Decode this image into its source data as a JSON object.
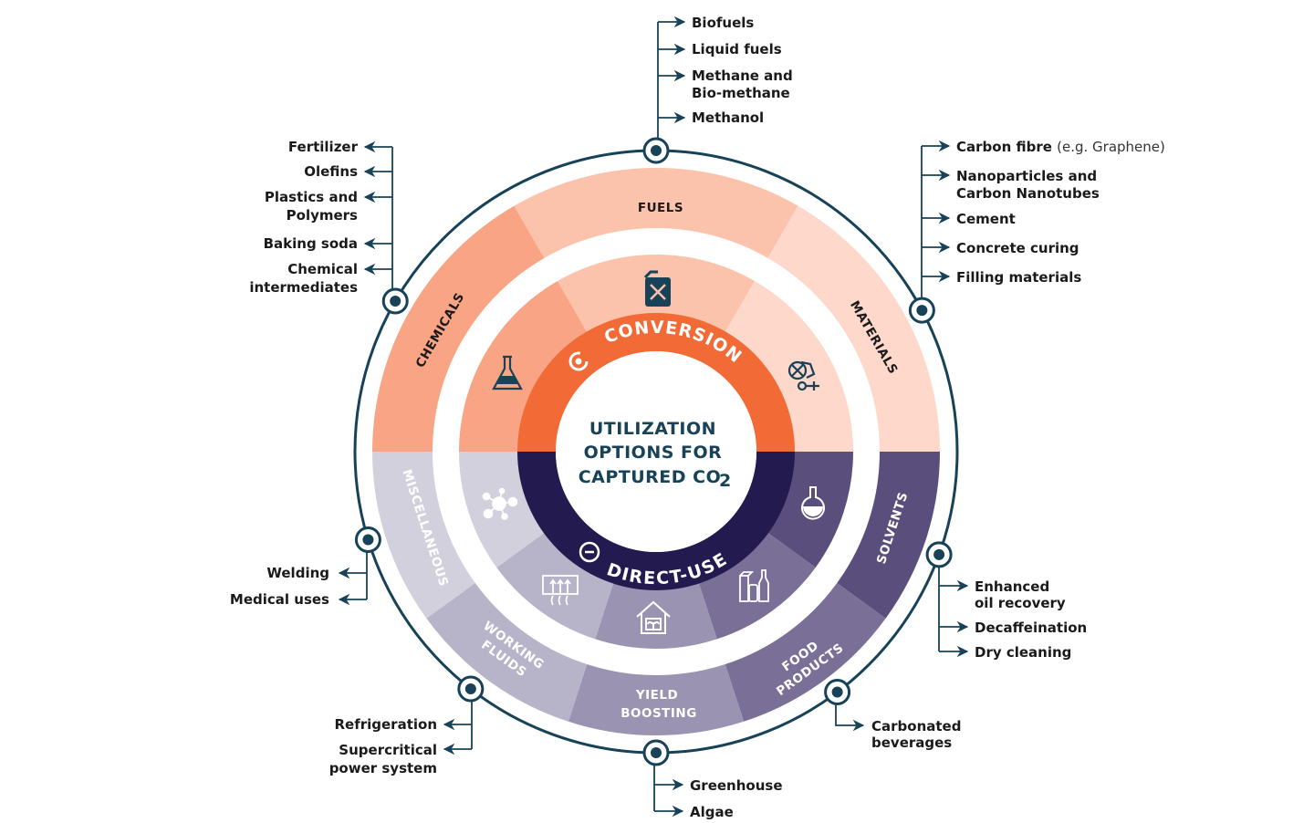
{
  "title": {
    "lines": [
      "UTILIZATION",
      "OPTIONS FOR",
      "CAPTURED CO"
    ],
    "subscript": "2"
  },
  "colors": {
    "navy": "#174257",
    "conversion": "#F26A35",
    "direct_use": "#231A4F",
    "chemicals_outer": "#F9A585",
    "chemicals_inner": "#F9A585",
    "fuels_outer": "#FBC3AC",
    "fuels_inner": "#FBC3AC",
    "materials_outer": "#FDD8CB",
    "materials_inner": "#FDD8CB",
    "misc": "#D2D0DD",
    "working_fluids": "#B7B3C9",
    "yield_boosting": "#9A94B2",
    "food_products": "#7A7097",
    "solvents": "#5A4F7C"
  },
  "rings": {
    "conversion": {
      "label": "CONVERSION",
      "icon": "cycle-icon"
    },
    "direct_use": {
      "label": "DIRECT-USE",
      "icon": "minus-circle-icon"
    }
  },
  "categories": [
    {
      "id": "chemicals",
      "label": "CHEMICALS",
      "group": "conversion",
      "icon": "flask-icon",
      "items": [
        "Fertilizer",
        "Olefins",
        "Plastics and Polymers",
        "Baking soda",
        "Chemical intermediates"
      ]
    },
    {
      "id": "fuels",
      "label": "FUELS",
      "group": "conversion",
      "icon": "jerrycan-icon",
      "items": [
        "Biofuels",
        "Liquid fuels",
        "Methane and Bio-methane",
        "Methanol"
      ]
    },
    {
      "id": "materials",
      "label": "MATERIALS",
      "group": "conversion",
      "icon": "cement-mixer-icon",
      "items": [
        "Carbon fibre",
        "Nanoparticles and Carbon Nanotubes",
        "Cement",
        "Concrete curing",
        "Filling materials"
      ],
      "note": "(e.g. Graphene)"
    },
    {
      "id": "solvents",
      "label": "SOLVENTS",
      "group": "direct_use",
      "icon": "round-flask-icon",
      "items": [
        "Enhanced oil recovery",
        "Decaffeination",
        "Dry cleaning"
      ]
    },
    {
      "id": "food_products",
      "label": "FOOD PRODUCTS",
      "group": "direct_use",
      "icon": "beverages-icon",
      "items": [
        "Carbonated beverages"
      ]
    },
    {
      "id": "yield_boosting",
      "label": "YIELD BOOSTING",
      "group": "direct_use",
      "icon": "greenhouse-icon",
      "items": [
        "Greenhouse",
        "Algae"
      ]
    },
    {
      "id": "working_fluids",
      "label": "WORKING FLUIDS",
      "group": "direct_use",
      "icon": "heat-exchange-icon",
      "items": [
        "Refrigeration",
        "Supercritical power system"
      ]
    },
    {
      "id": "miscellaneous",
      "label": "MISCELLANEOUS",
      "group": "direct_use",
      "icon": "molecule-icon",
      "items": [
        "Welding",
        "Medical uses"
      ]
    }
  ],
  "text": {
    "chemicals": {
      "label": "CHEMICALS",
      "items": {
        "a": "Fertilizer",
        "b": "Olefins",
        "c1": "Plastics and",
        "c2": "Polymers",
        "d": "Baking soda",
        "e1": "Chemical",
        "e2": "intermediates"
      }
    },
    "fuels": {
      "label": "FUELS",
      "items": {
        "a": "Biofuels",
        "b": "Liquid fuels",
        "c1": "Methane and",
        "c2": "Bio-methane",
        "d": "Methanol"
      }
    },
    "materials": {
      "label": "MATERIALS",
      "items": {
        "a": "Carbon fibre",
        "a_note": "(e.g. Graphene)",
        "b1": "Nanoparticles and",
        "b2": "Carbon Nanotubes",
        "c": "Cement",
        "d": "Concrete curing",
        "e": "Filling materials"
      }
    },
    "solvents": {
      "label": "SOLVENTS",
      "items": {
        "a1": "Enhanced",
        "a2": "oil recovery",
        "b": "Decaffeination",
        "c": "Dry cleaning"
      }
    },
    "food": {
      "label1": "FOOD",
      "label2": "PRODUCTS",
      "items": {
        "a1": "Carbonated",
        "a2": "beverages"
      }
    },
    "yield": {
      "label1": "YIELD",
      "label2": "BOOSTING",
      "items": {
        "a": "Greenhouse",
        "b": "Algae"
      }
    },
    "working": {
      "label1": "WORKING",
      "label2": "FLUIDS",
      "items": {
        "a": "Refrigeration",
        "b1": "Supercritical",
        "b2": "power system"
      }
    },
    "misc": {
      "label": "MISCELLANEOUS",
      "items": {
        "a": "Welding",
        "b": "Medical uses"
      }
    }
  }
}
